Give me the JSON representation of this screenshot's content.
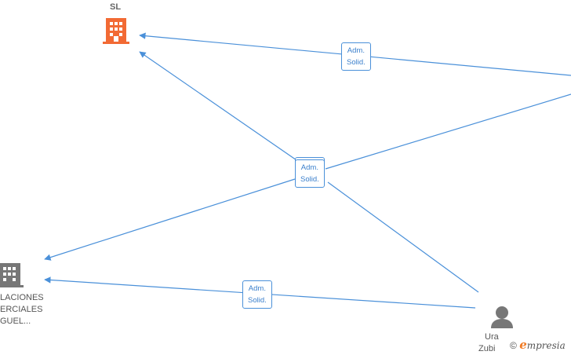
{
  "nodes": {
    "top_company": {
      "label": "SL",
      "color": "#f26a34"
    },
    "left_company": {
      "lines": [
        "LACIONES",
        "ERCIALES",
        "GUEL..."
      ],
      "color": "#777777"
    },
    "person": {
      "lines": [
        "Ura",
        "Zubi"
      ],
      "color": "#777777"
    }
  },
  "edges": {
    "top": {
      "line1": "Adm.",
      "line2": "Solid."
    },
    "center": {
      "line1": "Adm.",
      "line2": "Solid."
    },
    "bottom": {
      "line1": "Adm.",
      "line2": "Solid."
    }
  },
  "colors": {
    "edge": "#4a90d9"
  },
  "brand": {
    "copyright": "©",
    "name_initial": "e",
    "name_rest": "mpresia"
  }
}
